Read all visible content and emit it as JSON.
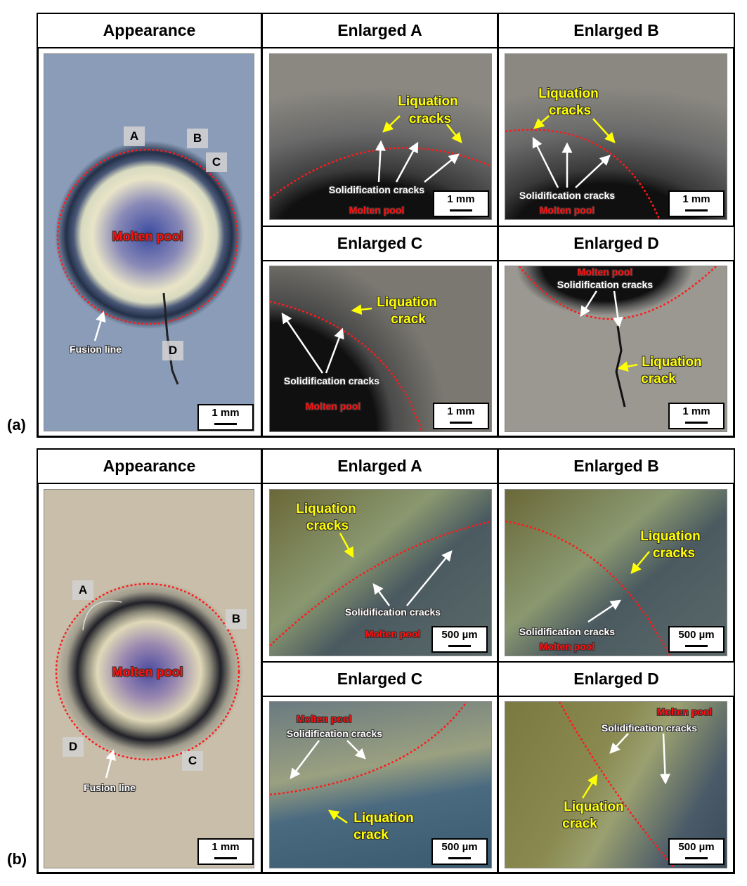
{
  "panels": {
    "a": {
      "label": "(a)",
      "headers": {
        "appearance": "Appearance",
        "a": "Enlarged A",
        "b": "Enlarged B",
        "c": "Enlarged C",
        "d": "Enlarged D"
      },
      "appearance": {
        "A": "A",
        "B": "B",
        "C": "C",
        "D": "D",
        "molten_pool": "Molten pool",
        "fusion_line": "Fusion line",
        "scale": "1 mm"
      },
      "ea": {
        "liq1": "Liquation",
        "liq2": "cracks",
        "sol": "Solidification cracks",
        "pool": "Molten pool",
        "scale": "1 mm"
      },
      "eb": {
        "liq1": "Liquation",
        "liq2": "cracks",
        "sol": "Solidification cracks",
        "pool": "Molten pool",
        "scale": "1 mm"
      },
      "ec": {
        "liq1": "Liquation",
        "liq2": "crack",
        "sol": "Solidification cracks",
        "pool": "Molten pool",
        "scale": "1 mm"
      },
      "ed": {
        "liq1": "Liquation",
        "liq2": "crack",
        "sol": "Solidification cracks",
        "pool": "Molten pool",
        "scale": "1 mm"
      }
    },
    "b": {
      "label": "(b)",
      "headers": {
        "appearance": "Appearance",
        "a": "Enlarged A",
        "b": "Enlarged B",
        "c": "Enlarged C",
        "d": "Enlarged D"
      },
      "appearance": {
        "A": "A",
        "B": "B",
        "C": "C",
        "D": "D",
        "molten_pool": "Molten pool",
        "fusion_line": "Fusion line",
        "scale": "1 mm"
      },
      "ea": {
        "liq1": "Liquation",
        "liq2": "cracks",
        "sol": "Solidification cracks",
        "pool": "Molten pool",
        "scale": "500 µm"
      },
      "eb": {
        "liq1": "Liquation",
        "liq2": "cracks",
        "sol": "Solidification cracks",
        "pool": "Molten pool",
        "scale": "500 µm"
      },
      "ec": {
        "liq1": "Liquation",
        "liq2": "crack",
        "sol": "Solidification cracks",
        "pool": "Molten pool",
        "scale": "500 µm"
      },
      "ed": {
        "liq1": "Liquation",
        "liq2": "crack",
        "sol": "Solidification cracks",
        "pool": "Molten pool",
        "scale": "500 µm"
      }
    }
  }
}
